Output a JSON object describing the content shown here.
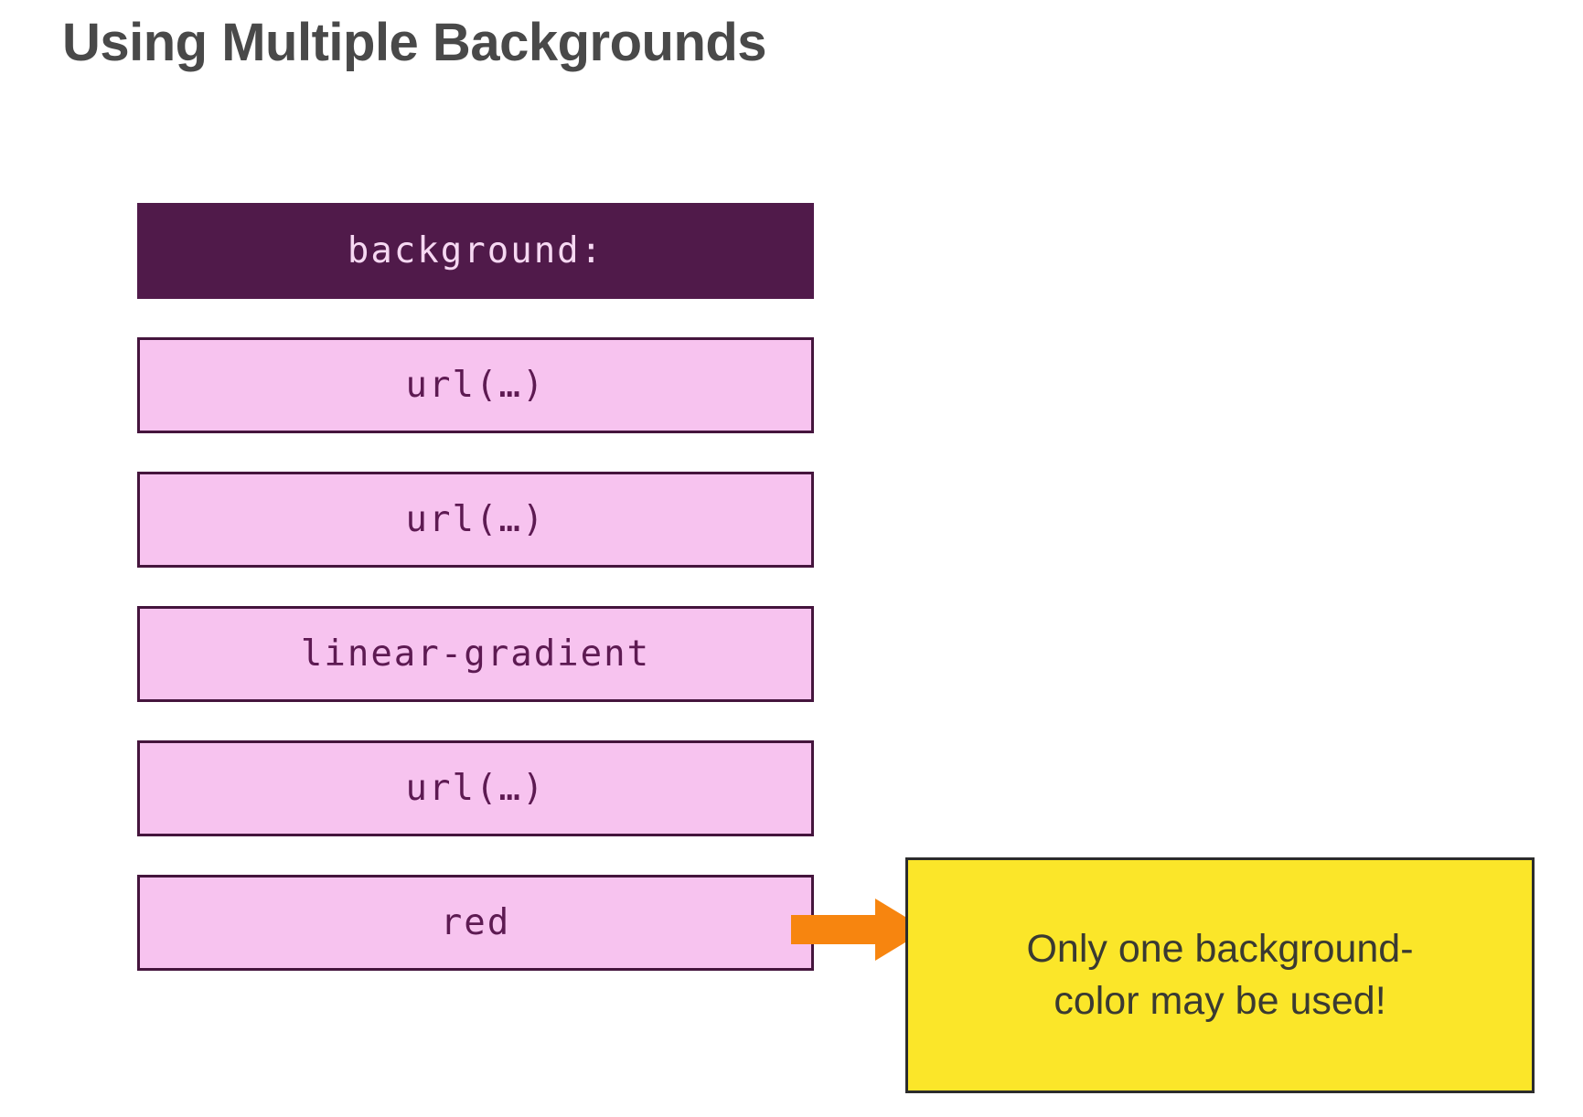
{
  "slide": {
    "title": "Using Multiple Backgrounds",
    "background_color": "#ffffff"
  },
  "colors": {
    "title_text": "#494949",
    "property_box_fill": "#501a4a",
    "property_box_text": "#f6d8f2",
    "value_box_fill": "#f7c3ef",
    "value_box_border": "#45153d",
    "value_box_text": "#5d1a52",
    "arrow_fill": "#f7850f",
    "callout_fill": "#fbe629",
    "callout_border": "#2c2c2c",
    "callout_text": "#3a3a32"
  },
  "layers": [
    {
      "label": "background:",
      "kind": "property"
    },
    {
      "label": "url(…)",
      "kind": "value"
    },
    {
      "label": "url(…)",
      "kind": "value"
    },
    {
      "label": "linear-gradient",
      "kind": "value"
    },
    {
      "label": "url(…)",
      "kind": "value"
    },
    {
      "label": "red",
      "kind": "value"
    }
  ],
  "callout": {
    "arrow_icon": "arrow-right-icon",
    "text": "Only one background-\ncolor may be used!"
  }
}
